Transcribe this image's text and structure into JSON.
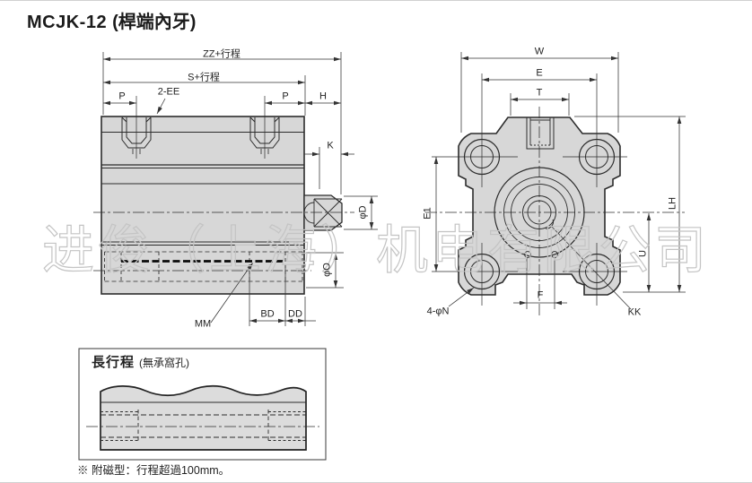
{
  "title": {
    "model": "MCJK-12",
    "suffix": "(桿端內牙)"
  },
  "watermark": {
    "text": "进俊（上海）机电有限公司"
  },
  "side_view": {
    "dims": {
      "zz": "ZZ+行程",
      "s": "S+行程",
      "p_left": "P",
      "p_right": "P",
      "h": "H",
      "ee": "2-EE",
      "k": "K",
      "phi_d": "φD",
      "phi_o": "φO",
      "bd": "BD",
      "dd": "DD",
      "mm": "MM"
    }
  },
  "front_view": {
    "dims": {
      "w": "W",
      "e": "E",
      "t": "T",
      "e1": "E1",
      "lh": "LH",
      "u": "U",
      "f": "F",
      "n4": "4-φN",
      "kk": "KK"
    }
  },
  "long_stroke": {
    "heading": "長行程",
    "subheading": "(無承窩孔)"
  },
  "footnote": "※ 附磁型：行程超過100mm。",
  "colors": {
    "body_fill": "#d7d7d7",
    "line": "#2c2c2c",
    "watermark": "#c4c4c4"
  }
}
